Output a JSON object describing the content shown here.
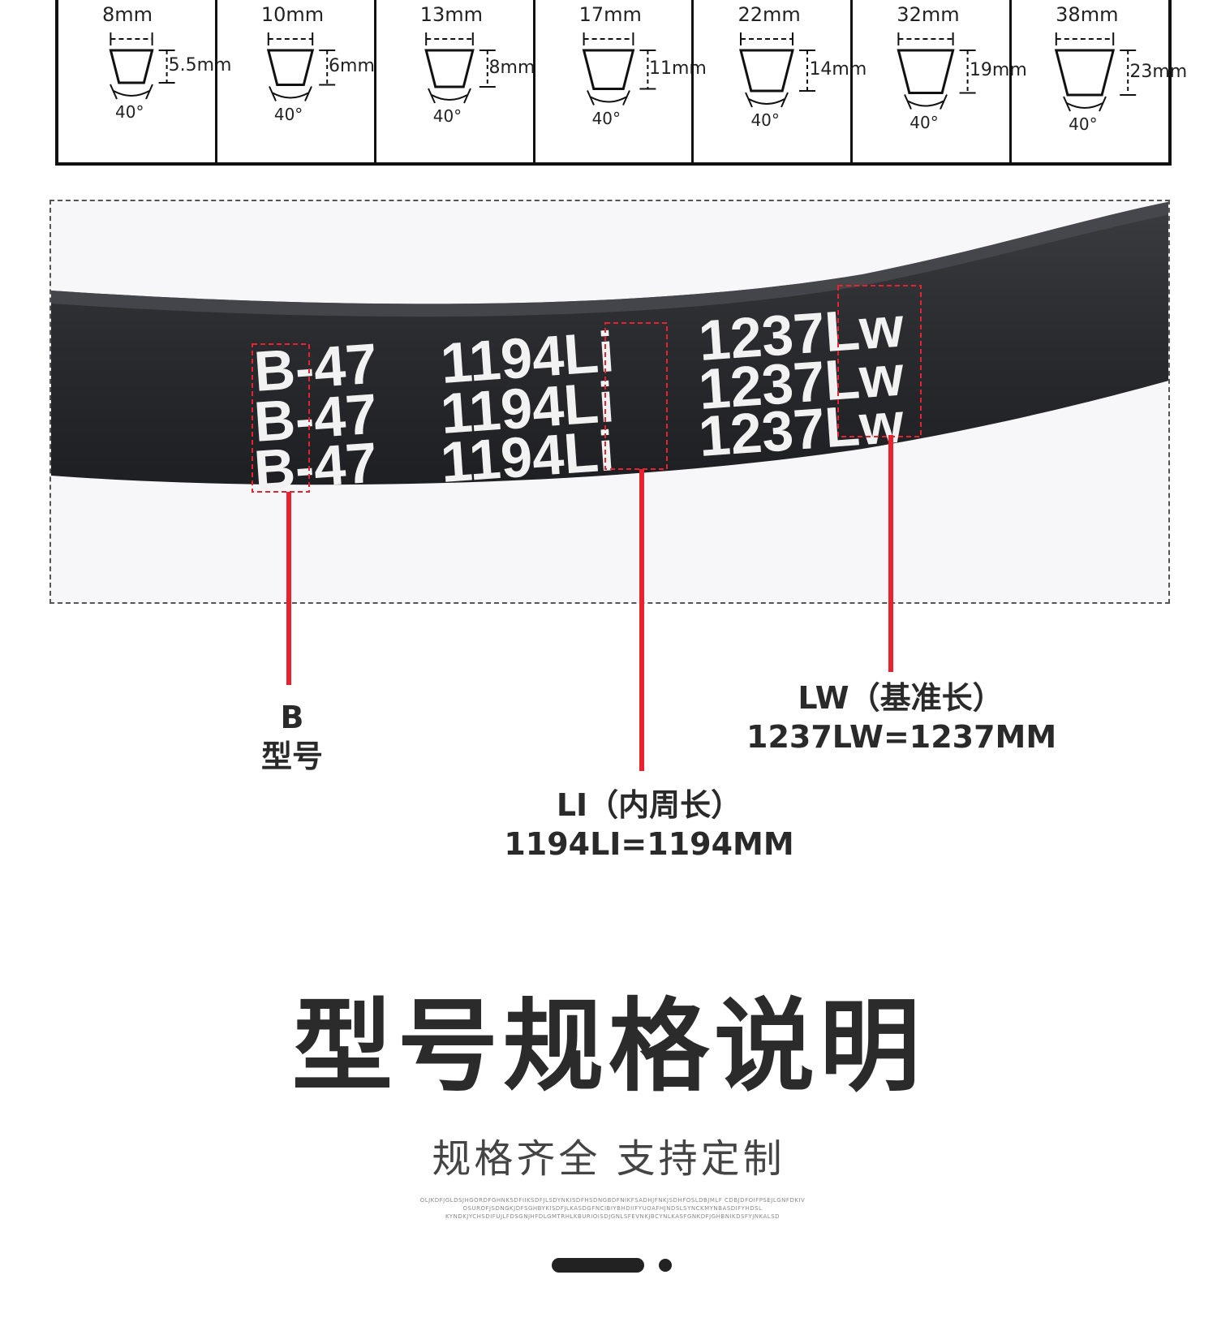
{
  "spec_table": {
    "cells": [
      {
        "width": "8mm",
        "height": "5.5mm",
        "angle": "40°"
      },
      {
        "width": "10mm",
        "height": "6mm",
        "angle": "40°"
      },
      {
        "width": "13mm",
        "height": "8mm",
        "angle": "40°"
      },
      {
        "width": "17mm",
        "height": "11mm",
        "angle": "40°"
      },
      {
        "width": "22mm",
        "height": "14mm",
        "angle": "40°"
      },
      {
        "width": "32mm",
        "height": "19mm",
        "angle": "40°"
      },
      {
        "width": "38mm",
        "height": "23mm",
        "angle": "40°"
      }
    ]
  },
  "belt": {
    "rows": [
      {
        "model": "B-47",
        "li": "1194Li",
        "lw": "1237Lw"
      },
      {
        "model": "B-47",
        "li": "1194Li",
        "lw": "1237Lw"
      },
      {
        "model": "B-47",
        "li": "1194Li",
        "lw": "1237Lw"
      }
    ]
  },
  "callouts": {
    "model": {
      "line1": "B",
      "line2": "型号"
    },
    "li": {
      "line1": "LI（内周长）",
      "line2": "1194LI=1194MM"
    },
    "lw": {
      "line1": "LW（基准长）",
      "line2": "1237LW=1237MM"
    }
  },
  "section": {
    "title": "型号规格说明",
    "subtitle": "规格齐全  支持定制",
    "fine_print": "OLJKDFJGLDSJHGORDFGHNKSDFIIKSDFJLSDYNKISDFHSDNGBDFNIKFSADHJFNKJSDHFOSLDBJMLF CDBJDFOIFPSEJLGNFDKIV OSUROFJSDNGKJDFSGHBYKISDFJLKASDGFNCIBIYBHDIIFYUOAFHJNDSLSYNCKMYNBASDIFYHDSL KYNDKJYCHSDIFUJLFDSGNJHFDLGMTRHLKBURIOISDJGNLSFEVNKJBCYNLKASFGNKDFJGHBNIKDSFYJNKALSD"
  },
  "colors": {
    "accent_red": "#e8232f",
    "belt_black": "#2a2b2e",
    "text_dark": "#2b2b2b"
  },
  "pager": {
    "active_index": 0,
    "count": 2
  }
}
